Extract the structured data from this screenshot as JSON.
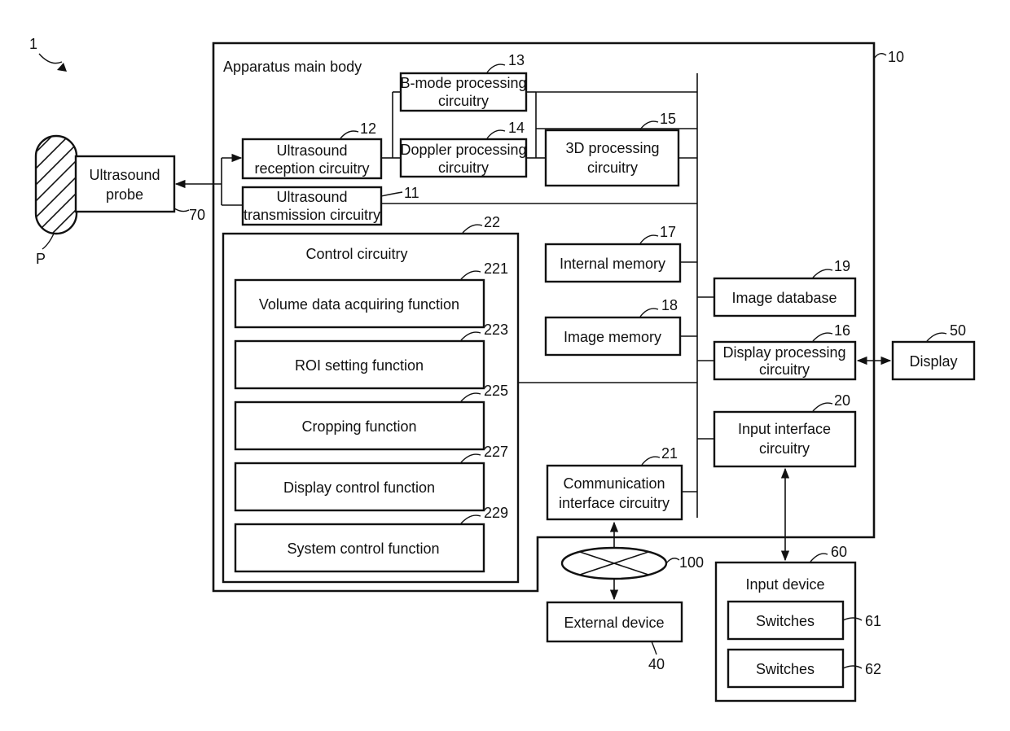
{
  "figure_ref": "1",
  "main_body": {
    "label": "Apparatus main body",
    "ref": "10"
  },
  "probe": {
    "label_line1": "Ultrasound",
    "label_line2": "probe",
    "ref": "70"
  },
  "subject": {
    "ref": "P"
  },
  "tx": {
    "line1": "Ultrasound",
    "line2": "transmission circuitry",
    "ref": "11"
  },
  "rx": {
    "line1": "Ultrasound",
    "line2": "reception circuitry",
    "ref": "12"
  },
  "bmode": {
    "line1": "B-mode processing",
    "line2": "circuitry",
    "ref": "13"
  },
  "doppler": {
    "line1": "Doppler processing",
    "line2": "circuitry",
    "ref": "14"
  },
  "proc3d": {
    "line1": "3D processing",
    "line2": "circuitry",
    "ref": "15"
  },
  "internal_memory": {
    "label": "Internal memory",
    "ref": "17"
  },
  "image_memory": {
    "label": "Image memory",
    "ref": "18"
  },
  "image_database": {
    "label": "Image database",
    "ref": "19"
  },
  "display_processing": {
    "line1": "Display processing",
    "line2": "circuitry",
    "ref": "16"
  },
  "input_interface": {
    "line1": "Input interface",
    "line2": "circuitry",
    "ref": "20"
  },
  "comm_interface": {
    "line1": "Communication",
    "line2": "interface circuitry",
    "ref": "21"
  },
  "control": {
    "label": "Control circuitry",
    "ref": "22",
    "functions": [
      {
        "label": "Volume data acquiring function",
        "ref": "221"
      },
      {
        "label": "ROI setting function",
        "ref": "223"
      },
      {
        "label": "Cropping function",
        "ref": "225"
      },
      {
        "label": "Display control function",
        "ref": "227"
      },
      {
        "label": "System control function",
        "ref": "229"
      }
    ]
  },
  "display": {
    "label": "Display",
    "ref": "50"
  },
  "network": {
    "ref": "100"
  },
  "external_device": {
    "label": "External device",
    "ref": "40"
  },
  "input_device": {
    "label": "Input device",
    "ref": "60",
    "switches": [
      {
        "label": "Switches",
        "ref": "61"
      },
      {
        "label": "Switches",
        "ref": "62"
      }
    ]
  }
}
